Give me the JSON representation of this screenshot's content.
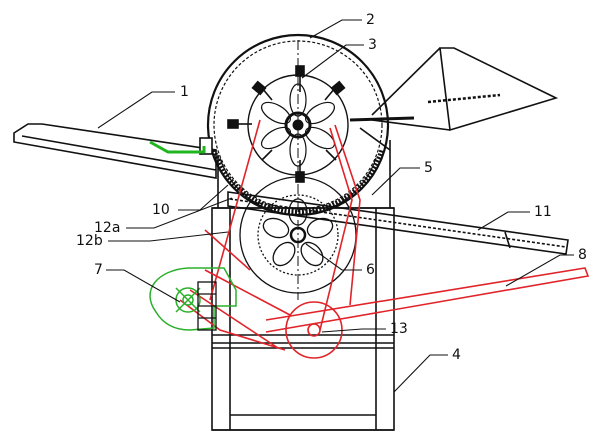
{
  "labels": {
    "l1": "1",
    "l2": "2",
    "l3": "3",
    "l4": "4",
    "l5": "5",
    "l6": "6",
    "l7": "7",
    "l8": "8",
    "l10": "10",
    "l11": "11",
    "l12a": "12a",
    "l12b": "12b",
    "l13": "13"
  },
  "colors": {
    "line": "#111111",
    "belt": "#e0242a",
    "hopper_green": "#1fb51f",
    "guard_green": "#2bb02b"
  }
}
